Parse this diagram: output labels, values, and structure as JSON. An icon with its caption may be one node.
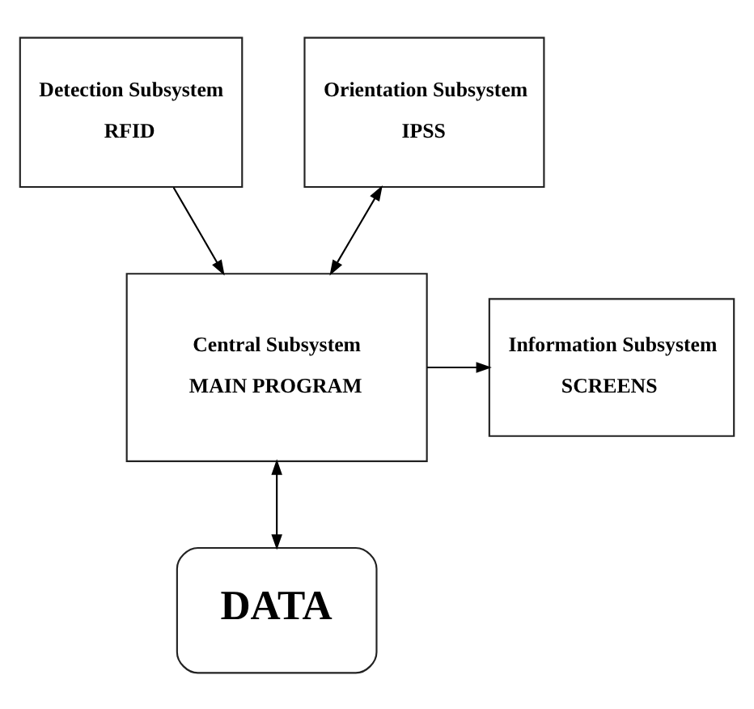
{
  "diagram": {
    "nodes": [
      {
        "text": [
          "Detection Subsystem",
          "RFID"
        ]
      },
      {
        "text": [
          "Orientation Subsystem",
          "IPSS"
        ]
      },
      {
        "text": [
          "Central Subsystem",
          "MAIN PROGRAM"
        ]
      },
      {
        "text": [
          "Information Subsystem",
          "SCREENS"
        ]
      },
      {
        "text": [
          "DATA"
        ]
      }
    ],
    "edges": [
      {
        "from": 0,
        "to": 2,
        "arrow": "to"
      },
      {
        "from": 1,
        "to": 2,
        "arrow": "both"
      },
      {
        "from": 2,
        "to": 3,
        "arrow": "to"
      },
      {
        "from": 2,
        "to": 4,
        "arrow": "both"
      }
    ]
  }
}
